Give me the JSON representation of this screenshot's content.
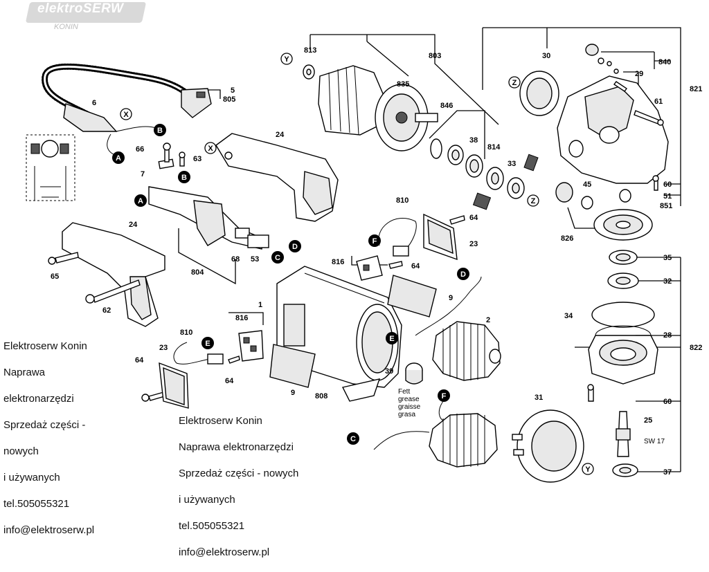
{
  "logo": {
    "title": "elektroSERW",
    "subtitle": "KONIN"
  },
  "watermark_left": {
    "lines": [
      "Elektroserw Konin",
      "Naprawa",
      "elektronarzędzi",
      "Sprzedaż części -",
      "nowych",
      "i używanych",
      "tel.505055321",
      "info@elektroserw.pl"
    ]
  },
  "watermark_center": {
    "lines": [
      "Elektroserw Konin",
      "Naprawa elektronarzędzi",
      "Sprzedaż części - nowych",
      "i używanych",
      "tel.505055321",
      "info@elektroserw.pl"
    ]
  },
  "part_numbers": {
    "p813": "813",
    "p803": "803",
    "p835": "835",
    "p846": "846",
    "p38": "38",
    "p814": "814",
    "p33": "33",
    "p30": "30",
    "p840": "840",
    "p29": "29",
    "p821": "821",
    "p61": "61",
    "p60a": "60",
    "p51": "51",
    "p851": "851",
    "p45": "45",
    "p826": "826",
    "p35": "35",
    "p32": "32",
    "p34": "34",
    "p28": "28",
    "p822": "822",
    "p60b": "60",
    "p25": "25",
    "p37": "37",
    "p31": "31",
    "p6": "6",
    "p5": "5",
    "p805": "805",
    "p24a": "24",
    "p66": "66",
    "p63": "63",
    "p7": "7",
    "p810a": "810",
    "p64a": "64",
    "p23a": "23",
    "p816a": "816",
    "p64b": "64",
    "p68": "68",
    "p53": "53",
    "p804": "804",
    "p24b": "24",
    "p65": "65",
    "p62": "62",
    "p1": "1",
    "p9a": "9",
    "p2": "2",
    "p810b": "810",
    "p816b": "816",
    "p23b": "23",
    "p64c": "64",
    "p64d": "64",
    "p39": "39",
    "p9b": "9",
    "p808": "808"
  },
  "annotations": {
    "sw17": "SW 17",
    "grease": [
      "Fett",
      "grease",
      "graisse",
      "grasa"
    ]
  },
  "connectors": {
    "A": "A",
    "B": "B",
    "C": "C",
    "D": "D",
    "E": "E",
    "F": "F",
    "X": "X",
    "Y": "Y",
    "Z": "Z"
  }
}
